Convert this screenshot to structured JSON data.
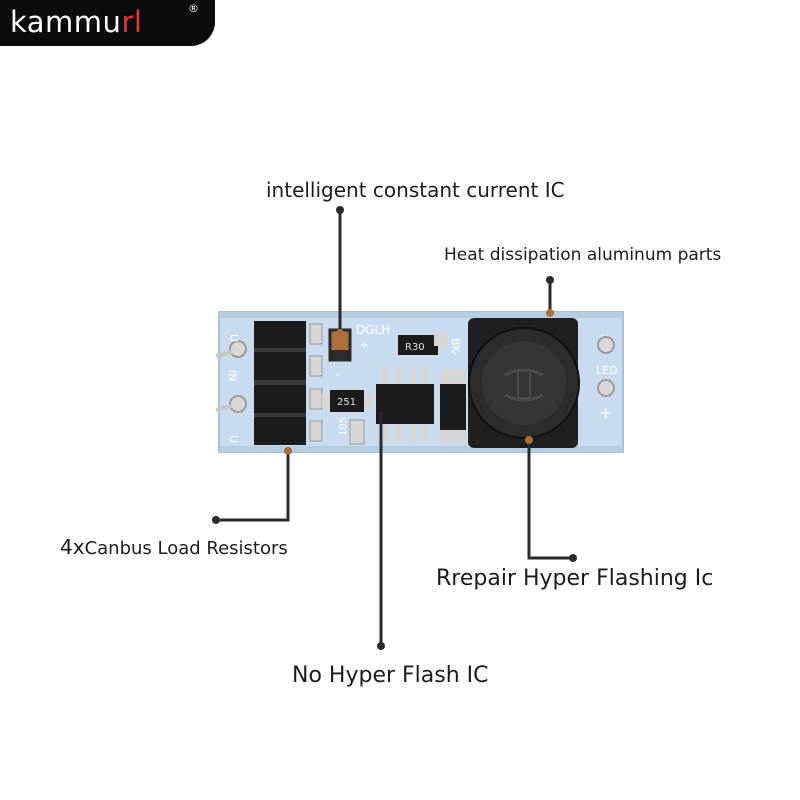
{
  "brand": {
    "name_main": "kammu",
    "name_accent": "rl",
    "registered": "®"
  },
  "colors": {
    "pcb": "#c9dcef",
    "pcb_edge": "#a8c1da",
    "component_black": "#1b1b1b",
    "pad": "#d6d6d6",
    "accent": "#e7352f",
    "leader": "#2a2a2a"
  },
  "labels": {
    "constant_current_ic": "intelligent constant current IC",
    "heat_dissipation": "Heat dissipation aluminum parts",
    "load_resistors_prefix": "4x",
    "load_resistors": "Canbus Load Resistors",
    "repair_ic": "Rrepair Hyper Flashing Ic",
    "no_hyper_flash_ic": "No Hyper Flash IC"
  },
  "board_markings": {
    "in_label": "IN",
    "resistor_code": "251",
    "capacitor_code": "105",
    "sense_code": "R30",
    "model": "DGLH",
    "out_neg": "BK-",
    "led_label": "LED",
    "minus": "-",
    "plus": "+",
    "cap_plus": "+",
    "pad_u": "U"
  }
}
